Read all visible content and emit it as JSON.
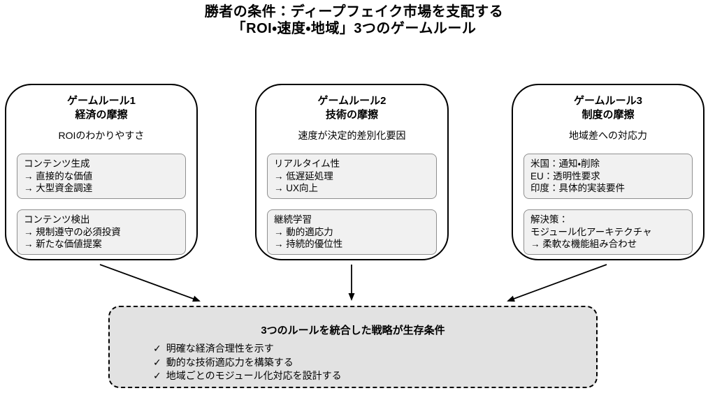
{
  "title": {
    "line1": "勝者の条件：ディープフェイク市場を支配する",
    "line2": "「ROI・速度・地域」3つのゲームルール"
  },
  "cards": [
    {
      "title1": "ゲームルール1",
      "title2": "経済の摩擦",
      "subtitle": "ROIのわかりやすさ",
      "boxes": [
        {
          "lines": [
            "コンテンツ生成",
            "→ 直接的な価値",
            "→ 大型資金調達"
          ]
        },
        {
          "lines": [
            "コンテンツ検出",
            "→ 規制遵守の必須投資",
            "→ 新たな価値提案"
          ]
        }
      ]
    },
    {
      "title1": "ゲームルール2",
      "title2": "技術の摩擦",
      "subtitle": "速度が決定的差別化要因",
      "boxes": [
        {
          "lines": [
            "リアルタイム性",
            "→ 低遅延処理",
            "→ UX向上"
          ]
        },
        {
          "lines": [
            "継続学習",
            "→ 動的適応力",
            "→ 持続的優位性"
          ]
        }
      ]
    },
    {
      "title1": "ゲームルール3",
      "title2": "制度の摩擦",
      "subtitle": "地域差への対応力",
      "boxes": [
        {
          "lines": [
            "米国：通知・削除",
            "EU：透明性要求",
            "印度：具体的実装要件"
          ]
        },
        {
          "lines": [
            "解決策：",
            "モジュール化アーキテクチャ",
            "→ 柔軟な機能組み合わせ"
          ]
        }
      ]
    }
  ],
  "conclusion": {
    "title": "3つのルールを統合した戦略が生存条件",
    "check_glyph": "✓",
    "items": [
      "明確な経済合理性を示す",
      "動的な技術適応力を構築する",
      "地域ごとのモジュール化対応を設計する"
    ]
  },
  "colors": {
    "card_border": "#000000",
    "card_bg": "#ffffff",
    "subbox_bg": "#f1f1f1",
    "subbox_border": "#8f8f8f",
    "conclusion_bg": "#e2e2e2",
    "arrow": "#000000"
  }
}
